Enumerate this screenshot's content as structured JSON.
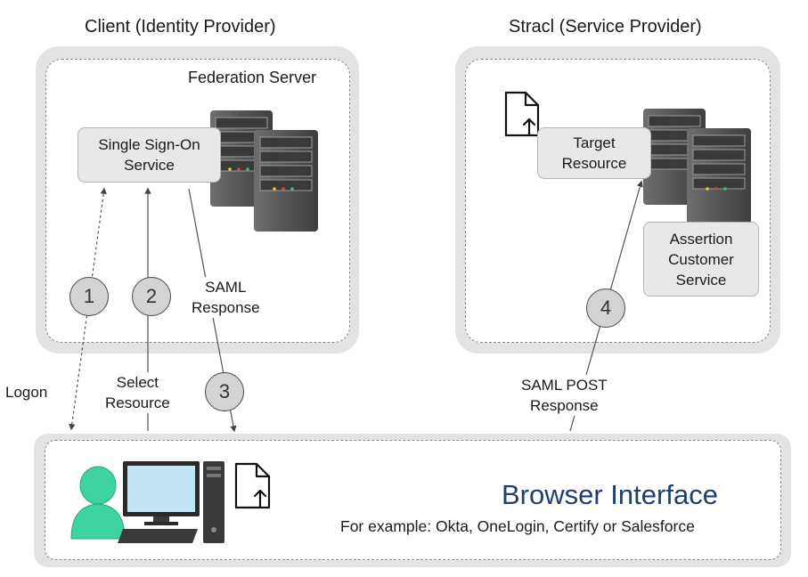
{
  "idp": {
    "title": "Client (Identity Provider)",
    "subtitle": "Federation Server",
    "sso_box": [
      "Single Sign-On",
      "Service"
    ]
  },
  "sp": {
    "title": "Stracl (Service Provider)",
    "target_box": [
      "Target",
      "Resource"
    ],
    "acs_box": [
      "Assertion",
      "Customer",
      "Service"
    ]
  },
  "steps": [
    "1",
    "2",
    "3",
    "4"
  ],
  "flow_labels": {
    "logon": "Logon",
    "select_resource": [
      "Select",
      "Resource"
    ],
    "saml_response": [
      "SAML",
      "Response"
    ],
    "saml_post": [
      "SAML POST",
      "Response"
    ]
  },
  "browser": {
    "title": "Browser Interface",
    "subtitle": "For example: Okta, OneLogin, Certify or Salesforce"
  },
  "icons": {
    "server": "server-rack-icon",
    "document": "document-upload-icon",
    "user": "user-icon",
    "computer": "desktop-computer-icon"
  },
  "colors": {
    "panel_bg": "#e3e3e3",
    "browser_title": "#1f3f6e",
    "user_green": "#3ed4a0"
  }
}
